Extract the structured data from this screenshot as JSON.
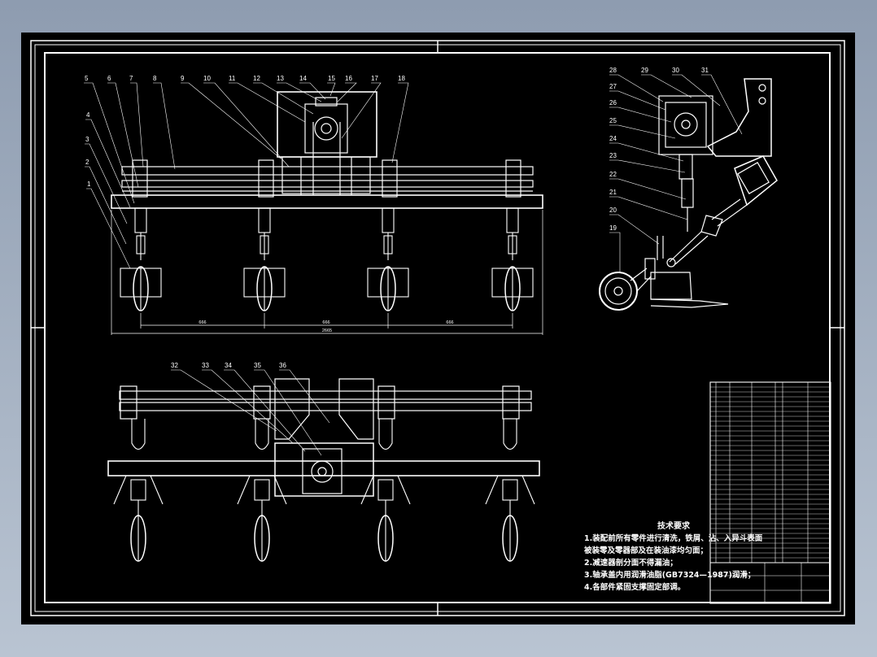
{
  "drawing": {
    "part_labels": [
      "1",
      "2",
      "3",
      "4",
      "5",
      "6",
      "7",
      "8",
      "9",
      "10",
      "11",
      "12",
      "13",
      "14",
      "15",
      "16",
      "17",
      "18",
      "19",
      "20",
      "21",
      "22",
      "23",
      "24",
      "25",
      "26",
      "27",
      "28",
      "29",
      "30",
      "31",
      "32",
      "33",
      "34",
      "35",
      "36"
    ],
    "dimensions": {
      "spacing_1": "666",
      "spacing_2": "666",
      "spacing_3": "666",
      "overall_width": "2665"
    }
  },
  "technical_notes": {
    "title": "技术要求",
    "lines": [
      "1.装配前所有零件进行清洗，铁屑、沾、入异斗表面",
      "被装零及零器部及在装油漆均匀面；",
      "2.减速器剖分面不得漏油；",
      "3.轴承盖内用润滑油脂(GB7324—1987)润滑；",
      "4.各部件紧固支撑固定部调。"
    ]
  }
}
